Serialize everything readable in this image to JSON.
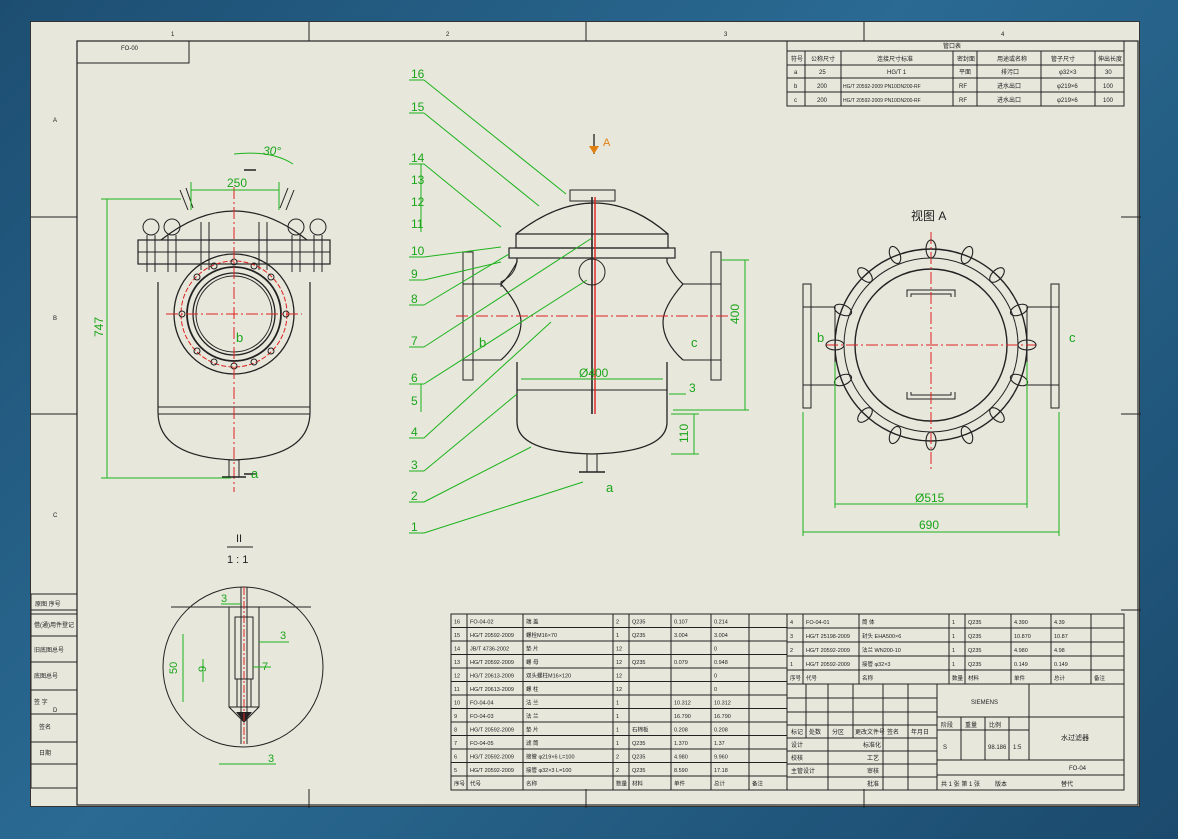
{
  "drawing": {
    "colors": {
      "background": "#2a6a93",
      "sheet": "#e8e7dc",
      "line": "#222222",
      "dimension": "#1db31d",
      "centerline": "#e02020"
    },
    "border_zone_top": [
      "1",
      "2",
      "3",
      "4"
    ],
    "border_zone_left": [
      "A",
      "B",
      "C",
      "D"
    ],
    "drawing_number_corner": "FO-00",
    "views": {
      "front": {
        "dim_angle": "30°",
        "dim_top_width": "250",
        "dim_height": "747",
        "label_b": "b",
        "label_a": "a"
      },
      "section": {
        "section_arrow_label": "A",
        "dim_height": "400",
        "dim_diameter": "Ø400",
        "dim_gap": "3",
        "dim_bottom": "110",
        "label_b": "b",
        "label_c": "c",
        "label_a": "a",
        "balloons": [
          "16",
          "15",
          "14",
          "13",
          "12",
          "11",
          "10",
          "9",
          "8",
          "7",
          "6",
          "5",
          "4",
          "3",
          "2",
          "1"
        ]
      },
      "view_a": {
        "title": "视图 A",
        "dim_bolt_circle": "Ø515",
        "dim_overall": "690",
        "label_b": "b",
        "label_c": "c"
      },
      "detail": {
        "title_top": "II",
        "scale": "1 : 1",
        "dim_top": "3",
        "dim_right": "3",
        "dim_left": "50",
        "dim_inner": "9",
        "dim_seven": "7",
        "dim_bottom": "3"
      }
    },
    "nozzle_table": {
      "title": "管口表",
      "headers": [
        "符号",
        "公称尺寸",
        "连接尺寸标准",
        "密封面",
        "用途或名称",
        "管子尺寸",
        "伸出长度"
      ],
      "rows": [
        [
          "a",
          "25",
          "HG/T 1",
          "平面",
          "排污口",
          "φ32×3",
          "30"
        ],
        [
          "b",
          "200",
          "HG/T 20592-2009 PN10DN200-RF",
          "RF",
          "进水出口",
          "φ219×6",
          "100"
        ],
        [
          "c",
          "200",
          "HG/T 20592-2009 PN10DN200-RF",
          "RF",
          "进水出口",
          "φ219×6",
          "100"
        ]
      ]
    },
    "side_labels": [
      "借(通)用件登记",
      "旧底图总号",
      "底图总号",
      "签名",
      "日期"
    ],
    "side_labels_short": [
      "原图 序号",
      "签 字"
    ],
    "bom_left": {
      "rows": [
        [
          "16",
          "FO-04-02",
          "端 盖",
          "2",
          "Q235",
          "0.107",
          "0.214"
        ],
        [
          "15",
          "HG/T 20592-2009",
          "螺栓M16×70",
          "1",
          "Q235",
          "3.004",
          "3.004"
        ],
        [
          "14",
          "JB/T 4736-2002",
          "垫 片",
          "12",
          "",
          "",
          "0"
        ],
        [
          "13",
          "HG/T 20592-2009",
          "螺 母",
          "12",
          "Q235",
          "0.079",
          "0.948"
        ],
        [
          "12",
          "HG/T 20613-2009",
          "双头螺柱M16×120",
          "12",
          "",
          "",
          "0"
        ],
        [
          "11",
          "HG/T 20613-2009",
          "螺 柱",
          "12",
          "",
          "",
          "0"
        ],
        [
          "10",
          "FO-04-04",
          "法 兰",
          "1",
          "",
          "10.312",
          "10.312"
        ],
        [
          "9",
          "FO-04-03",
          "法 兰",
          "1",
          "",
          "16.790",
          "16.790"
        ],
        [
          "8",
          "HG/T 20592-2009",
          "垫 片",
          "1",
          "石棉板",
          "0.208",
          "0.208"
        ],
        [
          "7",
          "FO-04-05",
          "滤 筒",
          "1",
          "Q235",
          "1.370",
          "1.37"
        ],
        [
          "6",
          "HG/T 20592-2009",
          "接管 φ219×6 L=100",
          "2",
          "Q235",
          "4.980",
          "9.960"
        ],
        [
          "5",
          "HG/T 20592-2009",
          "接管 φ32×3 L=100",
          "2",
          "Q235",
          "8.590",
          "17.18"
        ]
      ],
      "footer": [
        "序号",
        "代号",
        "名称",
        "数量",
        "材料",
        "单件",
        "总计",
        "备注"
      ]
    },
    "bom_right": {
      "rows": [
        [
          "4",
          "FO-04-01",
          "筒 体",
          "1",
          "Q235",
          "4.390",
          "4.39"
        ],
        [
          "3",
          "HG/T 25198-2009",
          "封头 EHA500×6",
          "1",
          "Q235",
          "10.870",
          "10.87"
        ],
        [
          "2",
          "HG/T 20592-2009",
          "法兰 WN200-10",
          "1",
          "Q235",
          "4.980",
          "4.98"
        ],
        [
          "1",
          "HG/T 20592-2009",
          "接管 φ32×3",
          "1",
          "Q235",
          "0.149",
          "0.149"
        ]
      ],
      "footer": [
        "序号",
        "代号",
        "名称",
        "数量",
        "材料",
        "单件",
        "总计",
        "备注"
      ]
    },
    "title_block": {
      "company": "SIEMENS",
      "drawing_name": "水过滤器",
      "drawing_number": "FO-04",
      "stage_label": "阶段",
      "weight_label": "重量",
      "scale_label": "比例",
      "stage": "S",
      "weight": "98.186",
      "scale": "1:5",
      "rows_left": [
        "标记",
        "处数",
        "分区",
        "更改文件号",
        "签名",
        "年月日"
      ],
      "roles": [
        "设计",
        "校核",
        "主管设计"
      ],
      "roles_right": [
        "标准化",
        "工艺",
        "审核",
        "批准"
      ],
      "sheet": "共 1 张 第 1 张",
      "version": "版本",
      "replace": "替代"
    }
  }
}
